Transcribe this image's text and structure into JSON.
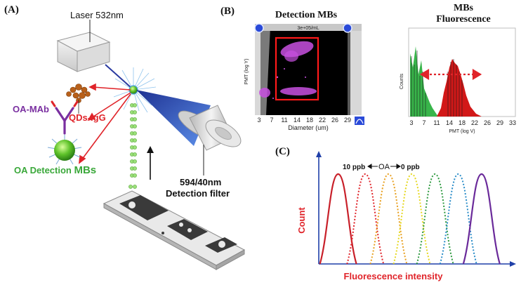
{
  "panels": {
    "a": {
      "letter": "(A)",
      "laser_label": "Laser 532nm",
      "antibody_label": "OA-MAb",
      "qds_label": "QDs-IgG",
      "mbs_label_prefix": "OA Detection ",
      "mbs_label_suffix": "MBs",
      "filter_label_line1": "594/40nm",
      "filter_label_line2": "Detection filter"
    },
    "b": {
      "letter": "(B)",
      "scatter": {
        "title": "Detection MBs",
        "counter": "3e+05/mL",
        "ylabel": "PMT (log Y)",
        "xlabel": "Diameter (um)",
        "xticks": [
          "3",
          "7",
          "11",
          "14",
          "18",
          "22",
          "26",
          "29"
        ]
      },
      "histogram": {
        "title_line1": "MBs",
        "title_line2": "Fluorescence",
        "ylabel": "Counts",
        "xlabel": "PMT (log V)",
        "xticks": [
          "3",
          "7",
          "11",
          "14",
          "18",
          "22",
          "26",
          "29",
          "33"
        ]
      }
    },
    "c": {
      "letter": "(C)",
      "ylabel": "Count",
      "xlabel": "Fluorescence intensity",
      "high_label": "10 ppb",
      "analyte_label": "OA",
      "low_label": "0 ppb"
    }
  },
  "colors": {
    "red": "#e0242a",
    "purple": "#7a2fa0",
    "green": "#3aa83a",
    "blue": "#1f3fa8",
    "magenta": "#d040e0"
  },
  "chart_data": [
    {
      "type": "area",
      "name": "curves",
      "series": [
        {
          "color": "#c8202a",
          "style": "solid",
          "center": 0.1
        },
        {
          "color": "#e0242a",
          "style": "dotted",
          "center": 0.24
        },
        {
          "color": "#e8a020",
          "style": "dotted",
          "center": 0.36
        },
        {
          "color": "#e6d820",
          "style": "dotted",
          "center": 0.48
        },
        {
          "color": "#2f9a40",
          "style": "dotted",
          "center": 0.6
        },
        {
          "color": "#2a8cc8",
          "style": "dotted",
          "center": 0.72
        },
        {
          "color": "#6a2a9a",
          "style": "solid",
          "center": 0.84
        }
      ],
      "axis_color": "#1f3fa8",
      "grid": false,
      "legend": "none"
    }
  ]
}
